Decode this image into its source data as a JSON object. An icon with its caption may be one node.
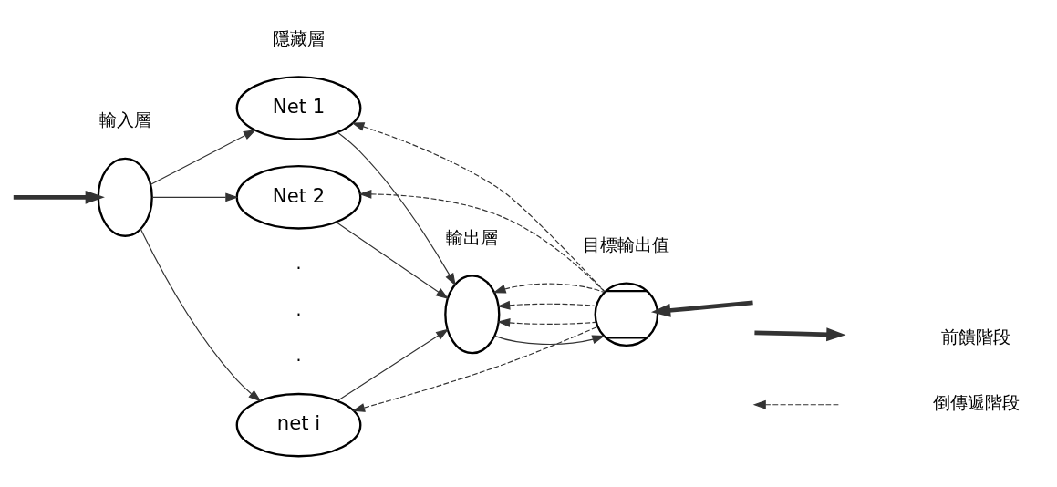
{
  "diagram": {
    "nodes": [
      {
        "text": [],
        "shape": "circle"
      },
      {
        "text": [
          "Net 1"
        ]
      },
      {
        "text": [
          "Net 2"
        ]
      },
      {
        "text": [
          "net i"
        ]
      },
      {
        "text": [],
        "shape": "circle"
      },
      {
        "text": [],
        "shape": "circle"
      }
    ],
    "edges": [
      {
        "from": null,
        "to": 0,
        "arrow": "to",
        "style": "thick"
      },
      {
        "from": 0,
        "to": 1,
        "arrow": "to"
      },
      {
        "from": 0,
        "to": 2,
        "arrow": "to"
      },
      {
        "from": 0,
        "to": 3,
        "arrow": "to"
      },
      {
        "from": 1,
        "to": 4,
        "arrow": "to"
      },
      {
        "from": 2,
        "to": 4,
        "arrow": "to"
      },
      {
        "from": 3,
        "to": 4,
        "arrow": "to"
      },
      {
        "from": 4,
        "to": 5,
        "arrow": "to"
      },
      {
        "from": null,
        "to": 5,
        "arrow": "to",
        "style": "thick"
      },
      {
        "from": 5,
        "to": 4,
        "arrow": "to",
        "style": "dashed"
      },
      {
        "from": 5,
        "to": 4,
        "arrow": "to",
        "style": "dashed"
      },
      {
        "from": 5,
        "to": 4,
        "arrow": "to",
        "style": "dashed"
      },
      {
        "from": 5,
        "to": 1,
        "arrow": "to",
        "style": "dashed"
      },
      {
        "from": 5,
        "to": 2,
        "arrow": "to",
        "style": "dashed"
      },
      {
        "from": 5,
        "to": 3,
        "arrow": "to",
        "style": "dashed"
      }
    ],
    "labels": [
      "輸入層",
      "隱藏層",
      "輸出層",
      "目標輸出值",
      ".",
      ".",
      "."
    ],
    "legend": [
      {
        "text": "前饋階段"
      },
      {
        "text": "倒傳遞階段"
      }
    ]
  }
}
